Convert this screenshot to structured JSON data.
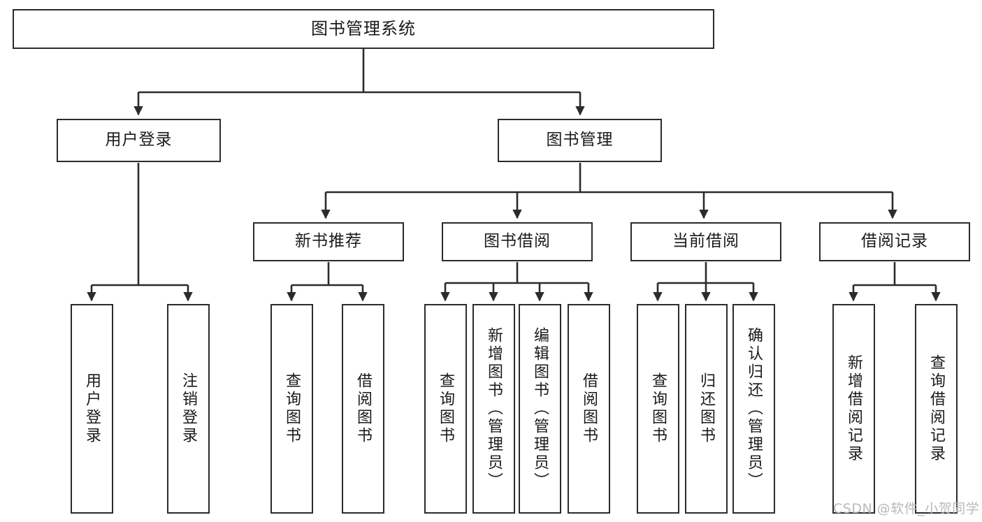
{
  "diagram": {
    "title": "图书管理系统",
    "type": "tree-hierarchy-diagram",
    "colors": {
      "stroke": "#2b2b2b",
      "fill": "#ffffff",
      "text": "#1a1a1a",
      "watermark": "#b9b9b9"
    },
    "root": {
      "label": "图书管理系统"
    },
    "level2": [
      {
        "label": "用户登录"
      },
      {
        "label": "图书管理"
      }
    ],
    "level3": [
      {
        "label": "新书推荐"
      },
      {
        "label": "图书借阅"
      },
      {
        "label": "当前借阅"
      },
      {
        "label": "借阅记录"
      }
    ],
    "leaves": {
      "user_login": [
        {
          "label": "用户登录"
        },
        {
          "label": "注销登录"
        }
      ],
      "new_book": [
        {
          "label": "查询图书"
        },
        {
          "label": "借阅图书"
        }
      ],
      "book_borrow": [
        {
          "label": "查询图书"
        },
        {
          "label": "新增图书（管理员）"
        },
        {
          "label": "编辑图书（管理员）"
        },
        {
          "label": "借阅图书"
        }
      ],
      "current_borrow": [
        {
          "label": "查询图书"
        },
        {
          "label": "归还图书"
        },
        {
          "label": "确认归还（管理员）"
        }
      ],
      "borrow_record": [
        {
          "label": "新增借阅记录"
        },
        {
          "label": "查询借阅记录"
        }
      ]
    },
    "watermark": "CSDN @软件_小贺同学"
  }
}
